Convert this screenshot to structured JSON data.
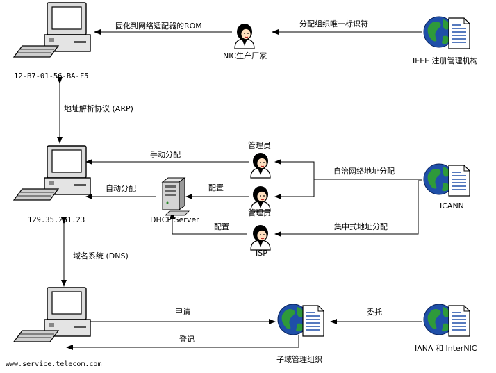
{
  "nodes": {
    "pc_top_label": "12-B7-01-56-BA-F5",
    "pc_mid_label": "129.35.251.23",
    "pc_bottom_label": "www.service.telecom.com",
    "nic_vendor": "NIC生产厂家",
    "ieee": "IEEE 注册管理机构",
    "admin_top": "管理员",
    "admin_mid": "管理员",
    "dhcp_server": "DHCP Server",
    "isp": "ISP",
    "icann": "ICANN",
    "subdomain_org": "子域管理组织",
    "iana_internic": "IANA 和 InterNIC"
  },
  "edges": {
    "burn_to_rom": "固化到网络适配器的ROM",
    "assign_unique_id": "分配组织唯一标识符",
    "arp": "地址解析协议 (ARP)",
    "manual_assign": "手动分配",
    "auto_assign": "自动分配",
    "configure_1": "配置",
    "configure_2": "配置",
    "autonomous_assign": "自治网络地址分配",
    "centralized_assign": "集中式地址分配",
    "dns": "域名系统 (DNS)",
    "apply": "申请",
    "register": "登记",
    "delegate": "委托"
  }
}
